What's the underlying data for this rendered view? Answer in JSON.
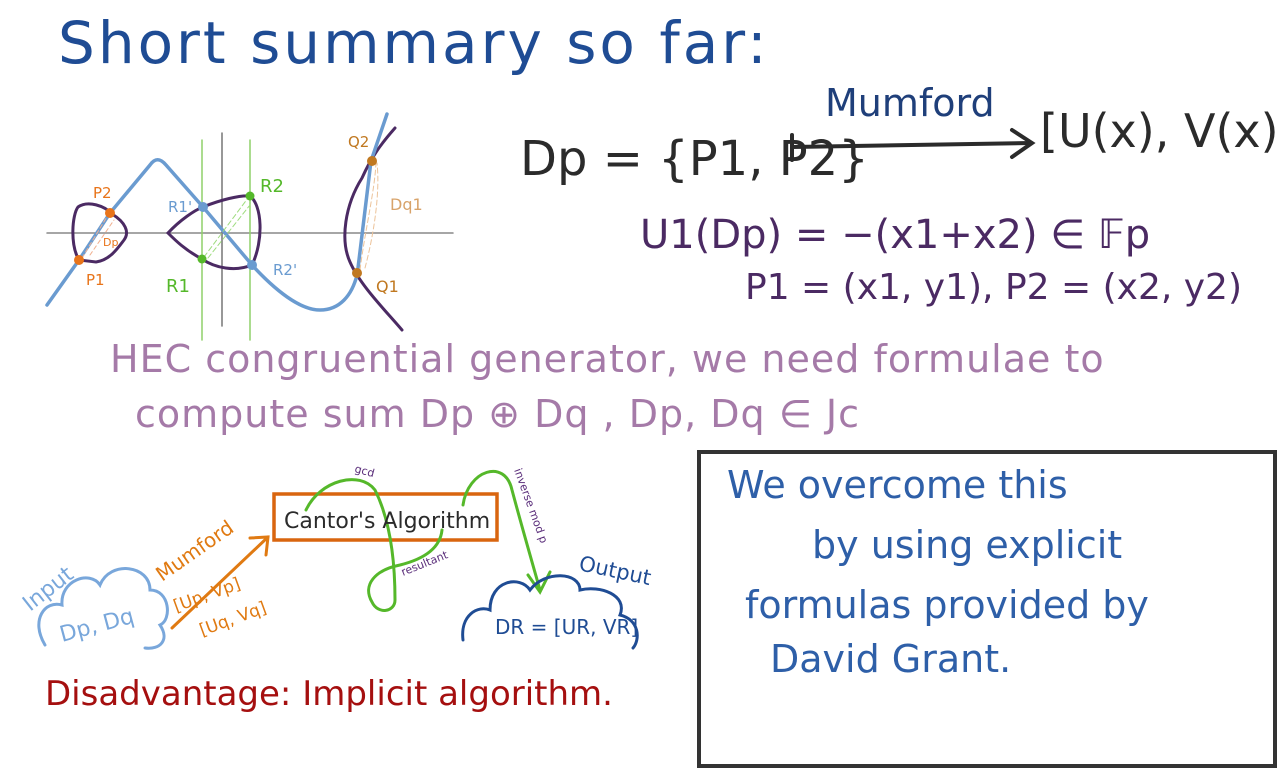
{
  "title": "Short summary so far:",
  "mumford_map": {
    "divisor": "Dp = {P1, P2}",
    "arrow_label": "Mumford",
    "result": "[U(x), V(x)]"
  },
  "formula_u1": "U1(Dp) = −(x1+x2) ∈ 𝔽p",
  "formula_points": "P1 = (x1, y1), P2 = (x2, y2)",
  "hec_line1": "HEC congruential generator, we need formulae to",
  "hec_line2": "compute sum Dp ⊕ Dq , Dp, Dq ∈ Jc",
  "curve_figure": {
    "labels": {
      "p1": "P1",
      "p2": "P2",
      "dp": "Dp",
      "r1": "R1",
      "r2": "R2",
      "r1p": "R1'",
      "r2p": "R2'",
      "q1": "Q1",
      "q2": "Q2",
      "dq": "Dq1"
    }
  },
  "flow": {
    "input_label": "Input",
    "input_value": "Dp, Dq",
    "mumford_label": "Mumford",
    "up_vp": "[Up, Vp]",
    "uq_vq": "[Uq, Vq]",
    "algorithm": "Cantor's Algorithm",
    "gcd": "gcd",
    "resultant": "resultant",
    "inverse": "inverse mod p",
    "output_label": "Output",
    "output_value": "DR = [UR, VR]"
  },
  "disadvantage": "Disadvantage: Implicit algorithm.",
  "box_lines": [
    "We overcome this",
    "by using explicit",
    "formulas provided by",
    "David Grant."
  ],
  "colors": {
    "title": "#1f4c94",
    "purple": "#4b2a63",
    "blue_curve": "#6a9bd0",
    "green": "#55b82a",
    "orange": "#e07a12",
    "red": "#a50f0f"
  }
}
